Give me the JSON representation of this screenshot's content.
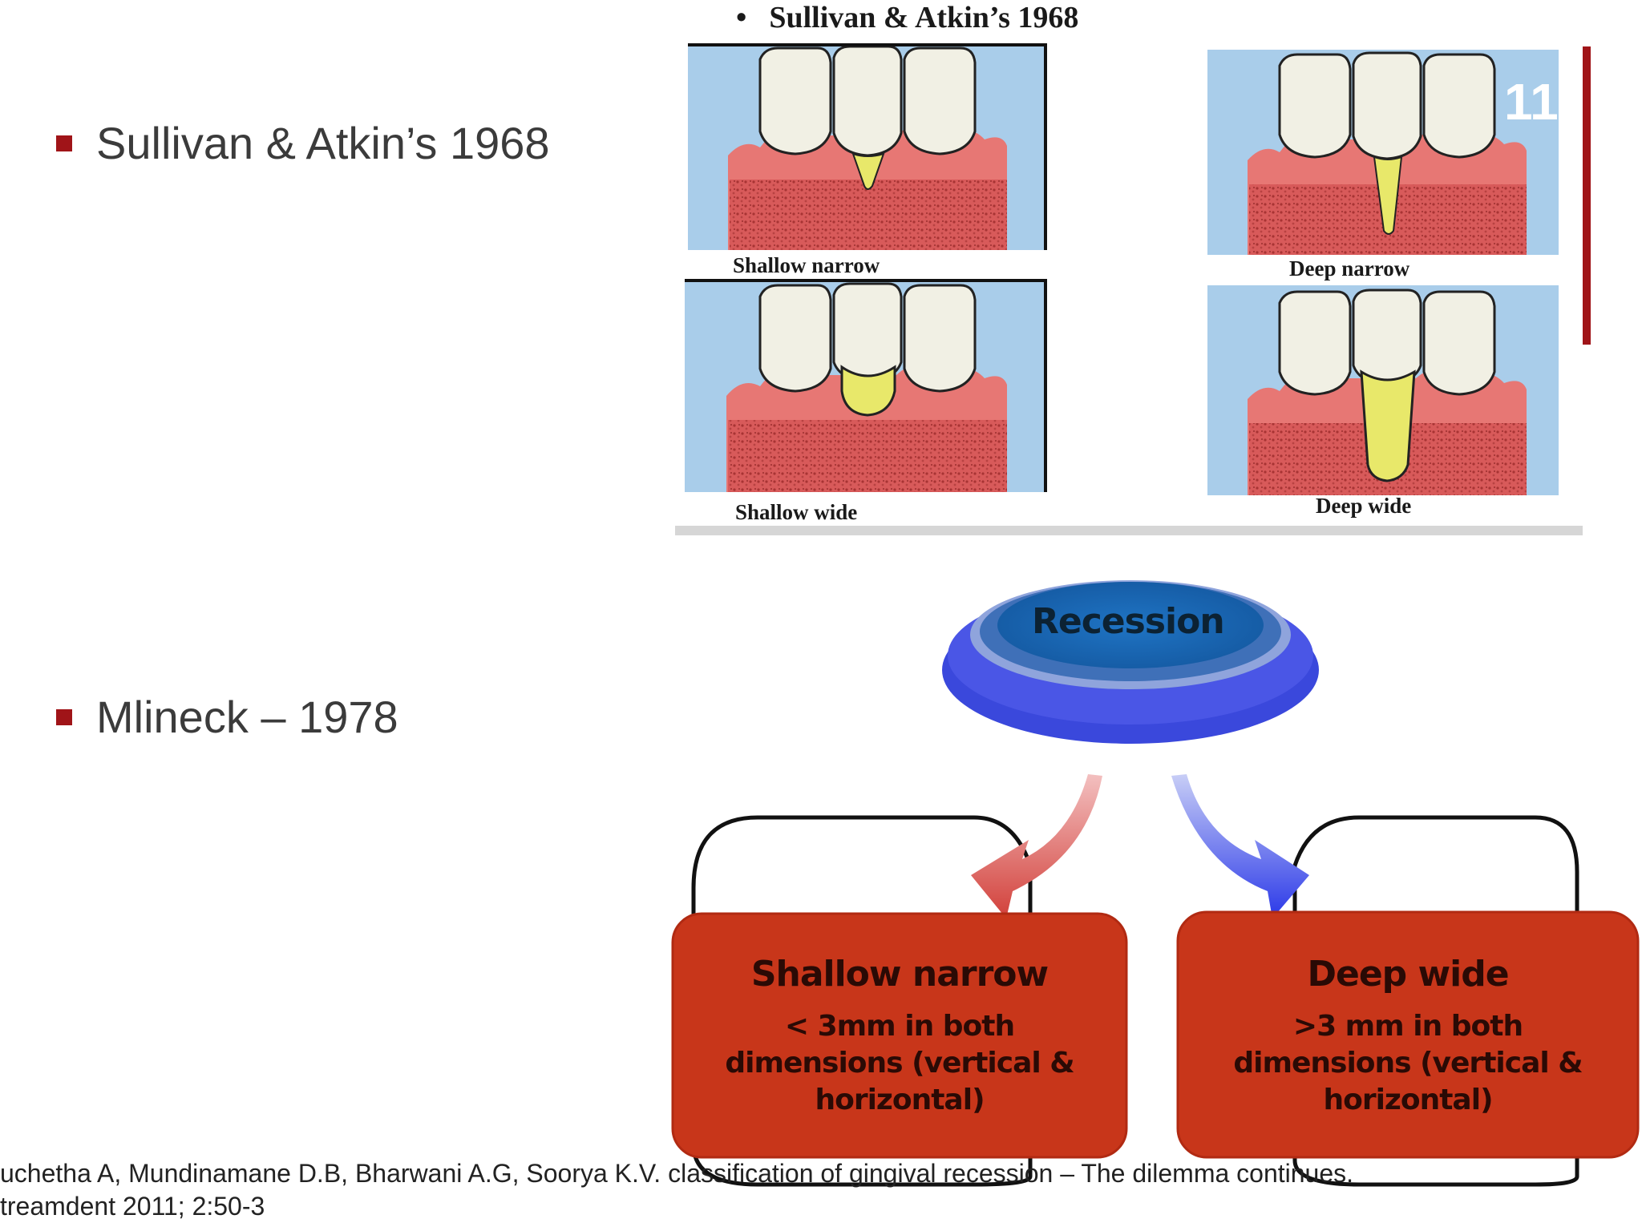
{
  "bullets": [
    "Sullivan & Atkin’s 1968",
    "Mlineck – 1978"
  ],
  "page_number": "11",
  "figure": {
    "title_bullet": "•",
    "title": "Sullivan & Atkin’s 1968",
    "captions": [
      "Shallow narrow",
      "Deep narrow",
      "Shallow wide",
      "Deep wide"
    ]
  },
  "diagram": {
    "root": "Recession",
    "left": {
      "title": "Shallow narrow",
      "lines": [
        "< 3mm in both",
        "dimensions (vertical &",
        "horizontal)"
      ]
    },
    "right": {
      "title": "Deep wide",
      "lines": [
        ">3  mm in both",
        "dimensions (vertical &",
        "horizontal)"
      ]
    }
  },
  "citation": {
    "line1": "uchetha A, Mundinamane D.B, Bharwani A.G, Soorya K.V. classification of gingival recession – The dilemma continues.",
    "line2": "treamdent 2011; 2:50-3"
  },
  "colors": {
    "accent": "#a01418",
    "box_fill": "#c8361a",
    "ellipse_outer": "#3d4fe0",
    "ellipse_inner": "#1d6bb8"
  }
}
